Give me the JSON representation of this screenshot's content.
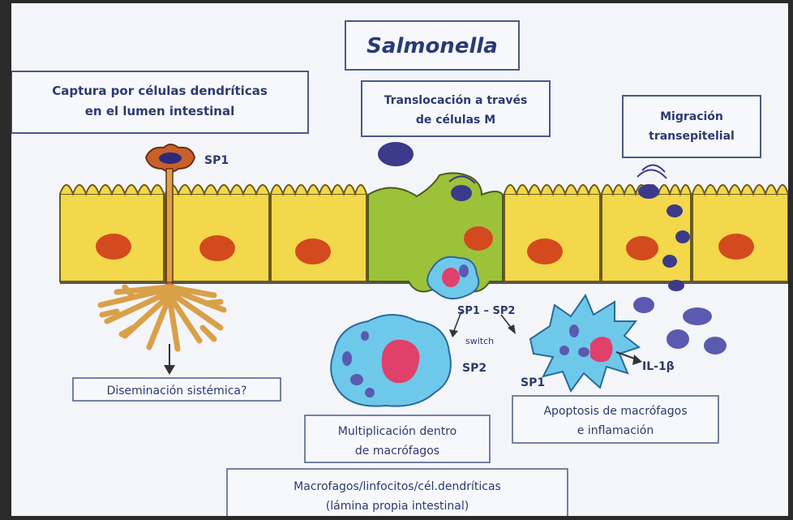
{
  "title": "Salmonella",
  "boxes": {
    "dendritic_capture": [
      "Captura por células dendríticas",
      "en el lumen intestinal"
    ],
    "m_cell_translocation": [
      "Translocación a través",
      "de células M"
    ],
    "transepithelial_migration": [
      "Migración",
      "transepitelial"
    ],
    "systemic_dissemination": "Diseminación sistémica?",
    "multiplication": [
      "Multiplicación dentro",
      "de macrófagos"
    ],
    "apoptosis": [
      "Apoptosis de macrófagos",
      "e inflamación"
    ],
    "lamina_propria": [
      "Macrofagos/linfocitos/cél.dendríticas",
      "(lámina propia intestinal)"
    ]
  },
  "labels": {
    "sp1_top": "SP1",
    "sp1_sp2": "SP1 – SP2",
    "switch": "switch",
    "sp2": "SP2",
    "sp1_bottom": "SP1",
    "il1b": "IL-1β"
  },
  "colors": {
    "background": "#f3f5f8",
    "box_border": "#4a5a86",
    "title_text": "#2a3a78",
    "label_text": "#2c3a70",
    "enterocyte_fill": "#f2d84a",
    "enterocyte_stroke": "#6a5a20",
    "m_cell_fill": "#9cc23a",
    "nucleus": "#d24a1e",
    "dendritic_fill": "#d9a04a",
    "dendritic_head": "#c8602c",
    "bacteria": "#3c3a8a",
    "macrophage_fill": "#6ec8ea",
    "macrophage_nucleus": "#e0406a"
  }
}
